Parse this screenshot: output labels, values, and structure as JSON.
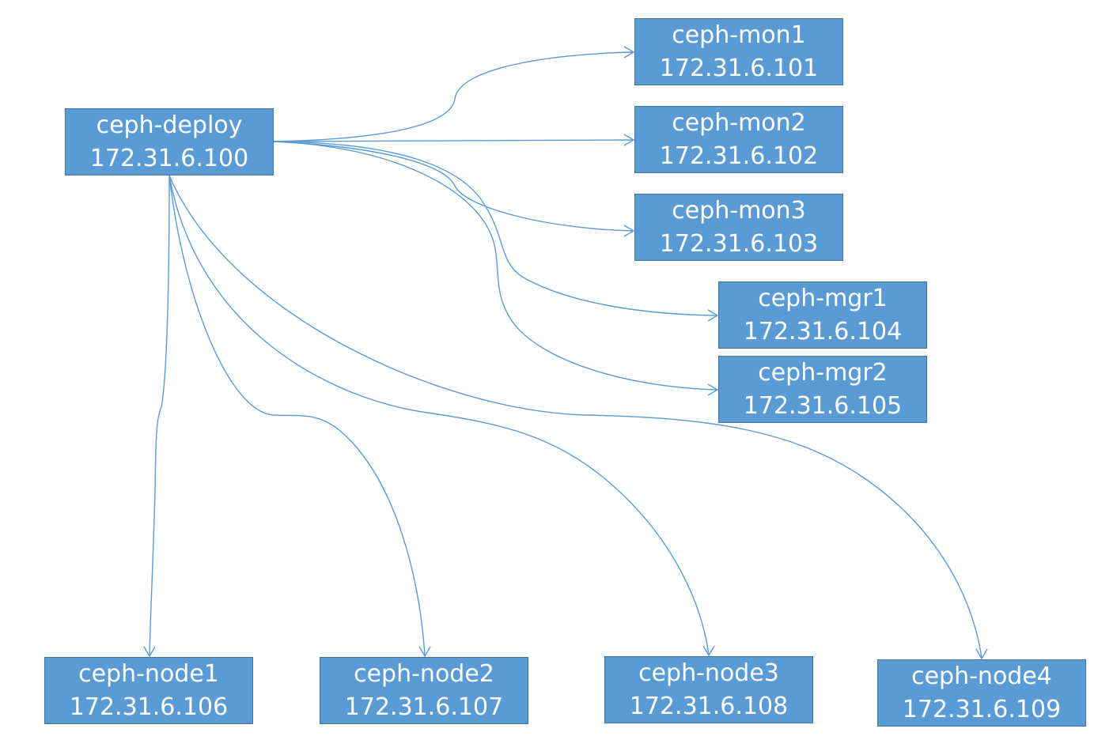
{
  "colors": {
    "node_fill": "#5b9bd5",
    "node_border": "#41719c",
    "node_text": "#ffffff",
    "edge": "#5b9bd5"
  },
  "nodes": {
    "deploy": {
      "name": "ceph-deploy",
      "ip": "172.31.6.100"
    },
    "mon1": {
      "name": "ceph-mon1",
      "ip": "172.31.6.101"
    },
    "mon2": {
      "name": "ceph-mon2",
      "ip": "172.31.6.102"
    },
    "mon3": {
      "name": "ceph-mon3",
      "ip": "172.31.6.103"
    },
    "mgr1": {
      "name": "ceph-mgr1",
      "ip": "172.31.6.104"
    },
    "mgr2": {
      "name": "ceph-mgr2",
      "ip": "172.31.6.105"
    },
    "node1": {
      "name": "ceph-node1",
      "ip": "172.31.6.106"
    },
    "node2": {
      "name": "ceph-node2",
      "ip": "172.31.6.107"
    },
    "node3": {
      "name": "ceph-node3",
      "ip": "172.31.6.108"
    },
    "node4": {
      "name": "ceph-node4",
      "ip": "172.31.6.109"
    }
  },
  "edges": [
    {
      "from": "deploy",
      "to": "mon1"
    },
    {
      "from": "deploy",
      "to": "mon2"
    },
    {
      "from": "deploy",
      "to": "mon3"
    },
    {
      "from": "deploy",
      "to": "mgr1"
    },
    {
      "from": "deploy",
      "to": "mgr2"
    },
    {
      "from": "deploy",
      "to": "node1"
    },
    {
      "from": "deploy",
      "to": "node2"
    },
    {
      "from": "deploy",
      "to": "node3"
    },
    {
      "from": "deploy",
      "to": "node4"
    }
  ]
}
